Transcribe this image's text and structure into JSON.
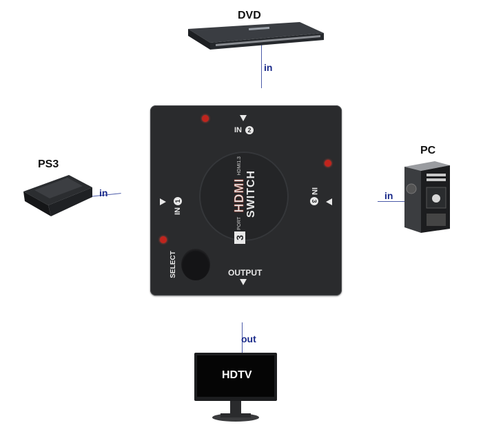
{
  "devices": {
    "dvd": "DVD",
    "ps3": "PS3",
    "pc": "PC",
    "hdtv": "HDTV"
  },
  "connections": {
    "dvd": "in",
    "ps3": "in",
    "pc": "in",
    "hdtv": "out"
  },
  "switch": {
    "in1_text": "IN",
    "in1_num": "1",
    "in2_text": "IN",
    "in2_num": "2",
    "in3_text": "IN",
    "in3_num": "3",
    "output": "OUTPUT",
    "select": "SELECT",
    "logo_hdmi": "HDMI",
    "logo_port_num": "3",
    "logo_port": "PORT",
    "logo_hdmi_ver": "HDMI1.3",
    "logo_switch": "SWITCH"
  },
  "colors": {
    "line": "#4a5aa8",
    "label_blue": "#1a2a8a",
    "switch_body": "#2a2b2d",
    "led": "#c0241d"
  }
}
